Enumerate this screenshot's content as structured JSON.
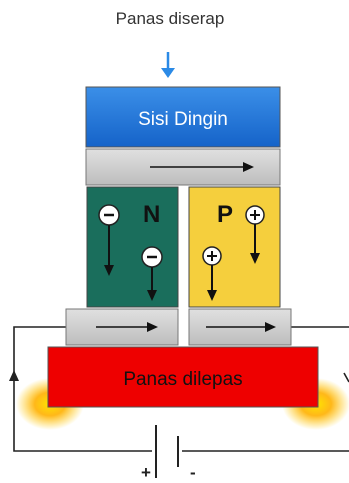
{
  "labels": {
    "top_caption": "Panas diserap",
    "cold_side": "Sisi Dingin",
    "hot_side": "Panas dilepas",
    "n_type": "N",
    "p_type": "P",
    "plus": "+",
    "minus": "-"
  },
  "colors": {
    "cold_side": "#1a6fd6",
    "hot_side": "#ee0000",
    "n_block": "#1a6e5c",
    "p_block": "#f5cf3d",
    "conductor": "#cdcdcd",
    "arrow": "#2b8ae6"
  },
  "icons": [
    "down-arrow-icon",
    "right-arrow-icon",
    "electron-icon",
    "hole-icon",
    "heat-glow-icon"
  ]
}
